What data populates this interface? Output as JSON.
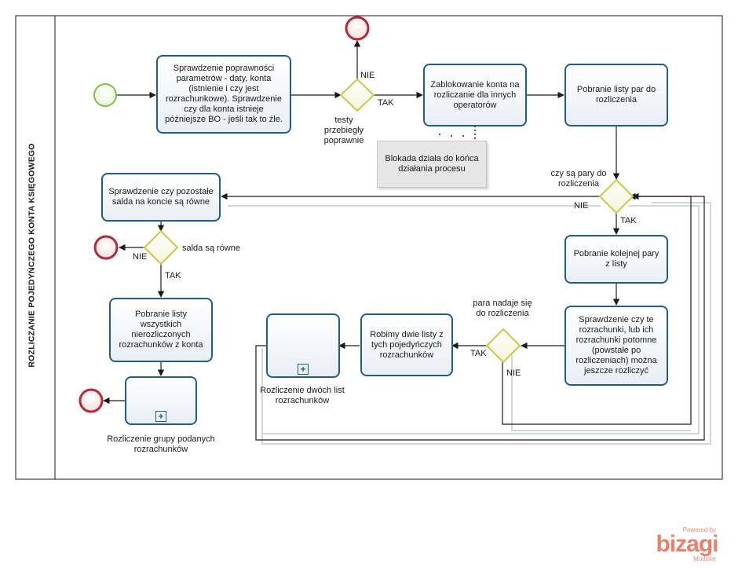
{
  "pool": {
    "title": "ROZLICZANIE POJEDYŃCZEGO KONTA KSIĘGOWEGO"
  },
  "tasks": {
    "check_params": "Sprawdzenie poprawności parametrów - daty, konta (istnienie i czy jest rozrachunkowe). Sprawdzenie czy dla konta istnieje późniejsze BO - jeśli tak to źle.",
    "block_account": "Zablokowanie konta na rozliczanie dla innych operatorów",
    "get_pairs": "Pobranie listy par do rozliczenia",
    "get_next_pair": "Pobranie kolejnej pary z listy",
    "check_settle": "Sprawdzenie czy te rozrachunki, lub ich rozrachunki potomne (powstałe po rozliczeniach) można jeszcze rozliczyć",
    "two_lists": "Robimy dwie listy z tych pojedyńczych rozrachunków",
    "check_balances": "Sprawdzenie czy pozostałe salda na koncie są równe",
    "get_all_unsettled": "Pobranie listy wszystkich nierozliczonych rozrachunków z konta"
  },
  "subprocesses": {
    "settle_two": "Rozliczenie dwóch list rozrachunków",
    "settle_group": "Rozliczenie grupy podanych rozrachunków"
  },
  "annotation": "Blokada działa do końca działania procesu",
  "gateways": {
    "tests": "testy przebiegły poprawnie",
    "pairs": "czy są pary do rozliczenia",
    "can_pair": "para nadaje się do rozliczenia",
    "balances": "salda są równe"
  },
  "flow_labels": {
    "yes": "TAK",
    "no": "NIE"
  },
  "branding": {
    "powered": "Powered by",
    "name": "bizagi",
    "product": "Modeler"
  },
  "colors": {
    "task_border": "#1f5e8c",
    "start_event": "#7dc243",
    "end_event": "#b22a3a",
    "gateway": "#c9c94a",
    "brand": "#e8816c"
  }
}
